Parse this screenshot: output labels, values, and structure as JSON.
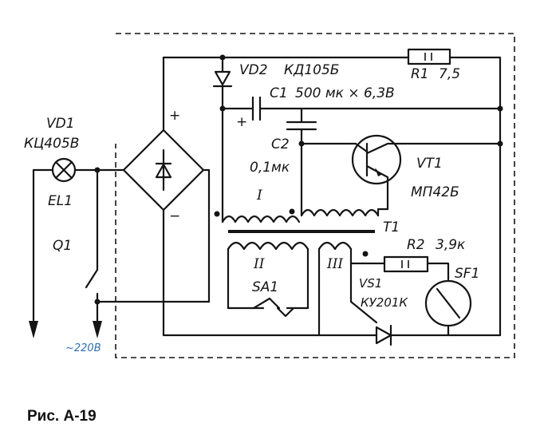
{
  "labels": {
    "vd1": "VD1",
    "vd1_type": "КЦ405В",
    "el1": "EL1",
    "q1": "Q1",
    "mains": "~220В",
    "plus": "+",
    "minus": "−",
    "vd2": "VD2",
    "vd2_type": "КД105Б",
    "c1": "C1",
    "c1_value": "500 мк × 6,3В",
    "c1_plus": "+",
    "c2": "C2",
    "c2_value": "0,1мк",
    "r1": "R1",
    "r1_value": "7,5",
    "vt1": "VT1",
    "vt1_type": "МП42Б",
    "t1": "T1",
    "winding_1": "I",
    "winding_2": "II",
    "winding_3": "III",
    "sa1": "SA1",
    "r2": "R2",
    "r2_value": "3,9к",
    "vs1": "VS1",
    "vs1_type": "КУ201К",
    "sf1": "SF1"
  },
  "caption": "Рис. А-19",
  "colors": {
    "ink": "#141414",
    "mains_label": "#2f6fb0",
    "background": "#ffffff"
  }
}
